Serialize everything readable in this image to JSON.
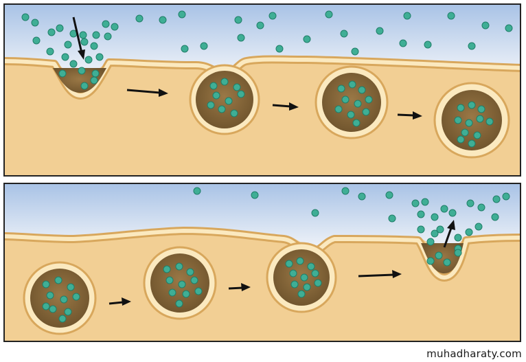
{
  "watermark": {
    "text": "muhadharaty.com"
  },
  "colors": {
    "fluid_top": "#aec6e6",
    "fluid_bottom": "#e9eef6",
    "cytoplasm": "#f2cf94",
    "membrane_fill": "#fbe9bf",
    "membrane_edge": "#d8a75c",
    "vesicle_interior": "#8a6a3c",
    "particle": "#3fae95",
    "arrow": "#111111"
  },
  "icons": [
    "particle-icon",
    "vesicle-icon",
    "arrow-icon"
  ],
  "panels": [
    {
      "name": "endocytosis-panel",
      "process": "endocytosis"
    },
    {
      "name": "exocytosis-panel",
      "process": "exocytosis"
    }
  ]
}
